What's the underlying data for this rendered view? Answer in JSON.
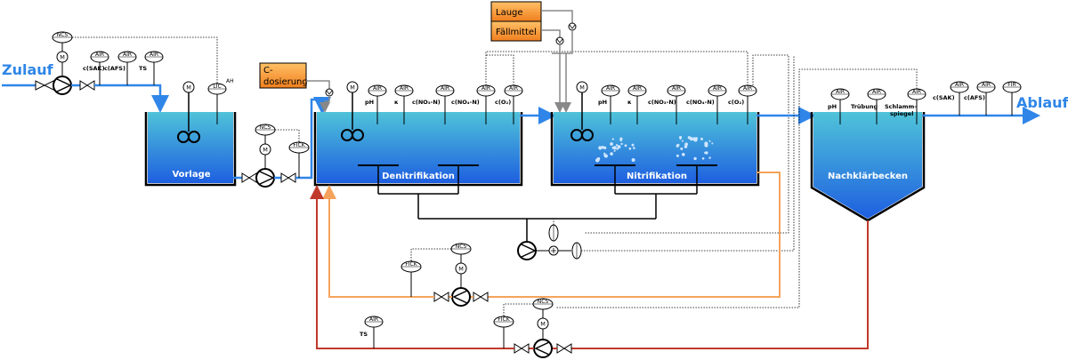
{
  "inflow_label": "Zulauf",
  "outflow_label": "Ablauf",
  "tanks": {
    "vorlage": "Vorlage",
    "denitrifikation": "Denitrifikation",
    "nitrifikation": "Nitrifikation",
    "nachklaerbecken": "Nachklärbecken"
  },
  "dosing": {
    "c_dosierung_line1": "C-",
    "c_dosierung_line2": "dosierung",
    "lauge": "Lauge",
    "faellmittel": "Fällmittel"
  },
  "tags": {
    "ncs": "NCS",
    "air": "AIR",
    "lic": "LIC",
    "ah": "AH",
    "fick": "FICK",
    "fir": "FIR",
    "motor": "M"
  },
  "labels": {
    "inflow_sensors": [
      "c(SAK)",
      "c(AFS)",
      "TS"
    ],
    "deni_sensors": [
      "pH",
      "κ",
      "c(NO₃-N)",
      "c(NO₄-N)",
      "c(O₂)"
    ],
    "nitri_sensors": [
      "pH",
      "κ",
      "c(NO₃-N)",
      "c(NO₄-N)",
      "c(O₂)"
    ],
    "nkb_sensors_pH": "pH",
    "nkb_sensors_truebung": "Trübung",
    "nkb_sensors_schlamm1": "Schlamm-",
    "nkb_sensors_schlamm2": "spiegel",
    "outflow_sensors": [
      "c(SAK)",
      "c(AFS)"
    ],
    "ts": "TS"
  },
  "colors": {
    "water_top": "#4fc3d9",
    "water_bottom": "#1e5fe0",
    "flow_blue": "#2f86e8",
    "recirc_orange": "#f5a35c",
    "sludge_red": "#c0392b",
    "dosing_box_top": "#ffb347",
    "dosing_box_bottom": "#f07f1e"
  }
}
